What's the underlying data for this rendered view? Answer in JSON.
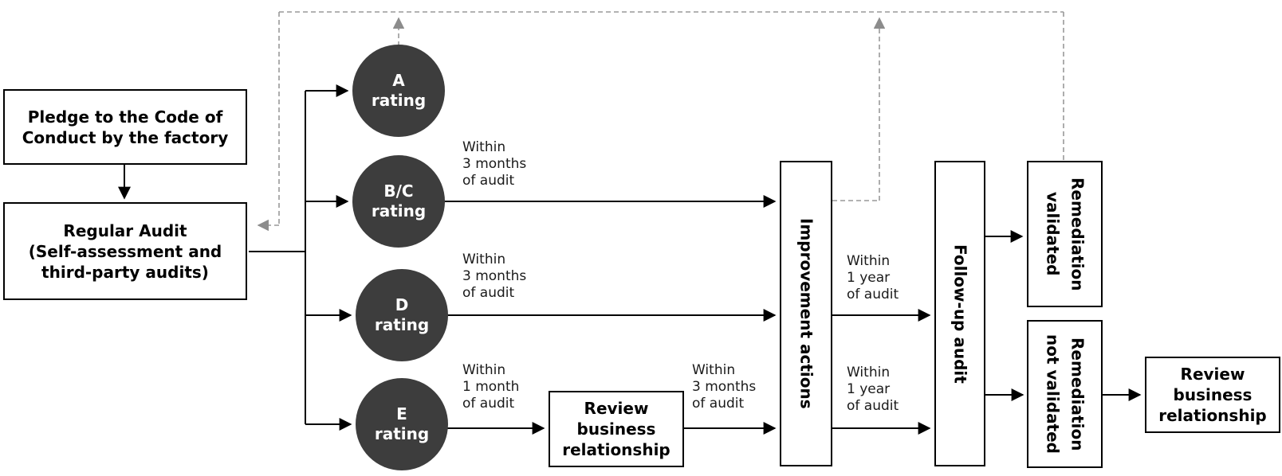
{
  "colors": {
    "circle_fill": "#3d3d3d",
    "circle_text": "#ffffff",
    "box_border": "#000000",
    "solid_arrow": "#000000",
    "dashed_feedback": "#999999",
    "dashed_arrowhead": "#8c8c8c",
    "background": "#ffffff"
  },
  "nodes": {
    "pledge": {
      "label": "Pledge to the Code of\nConduct by the factory"
    },
    "regular_audit": {
      "title": "Regular Audit",
      "subtitle": "(Self-assessment and\nthird-party audits)"
    },
    "rating_a": {
      "grade": "A",
      "word": "rating"
    },
    "rating_bc": {
      "grade": "B/C",
      "word": "rating"
    },
    "rating_d": {
      "grade": "D",
      "word": "rating"
    },
    "rating_e": {
      "grade": "E",
      "word": "rating"
    },
    "review_business_mid": {
      "label": "Review\nbusiness\nrelationship"
    },
    "improvement_actions": {
      "label": "Improvement actions"
    },
    "follow_up_audit": {
      "label": "Follow-up audit"
    },
    "remediation_validated": {
      "label": "Remediation\nvalidated"
    },
    "remediation_not_validated": {
      "label": "Remediation\nnot validated"
    },
    "review_business_final": {
      "label": "Review\nbusiness\nrelationship"
    }
  },
  "edge_labels": {
    "bc_to_improvement": "Within\n3 months\nof audit",
    "d_to_improvement": "Within\n3 months\nof audit",
    "e_to_review": "Within\n1 month\nof audit",
    "review_to_improvement": "Within\n3 months\nof audit",
    "improvement_to_followup_top": "Within\n1 year\nof audit",
    "improvement_to_followup_bottom": "Within\n1 year\nof audit"
  }
}
